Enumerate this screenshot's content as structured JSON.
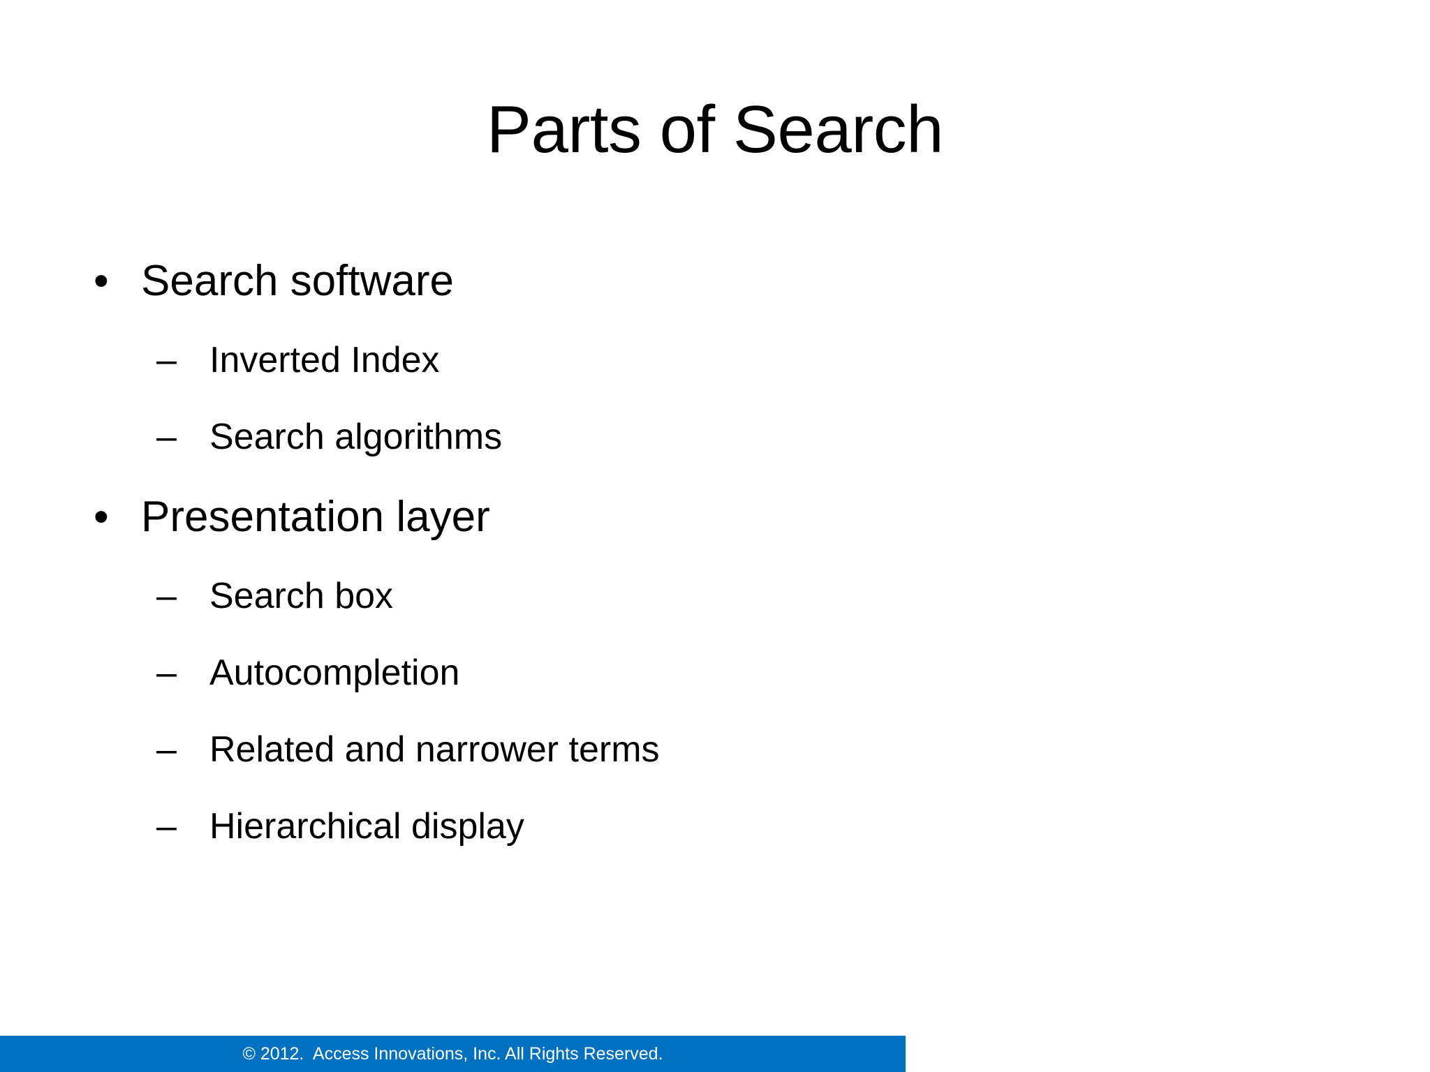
{
  "slide": {
    "title": "Parts of Search",
    "background_color": "#FFFFFF",
    "text_color": "#000000",
    "bullets": [
      {
        "level": 1,
        "marker": "•",
        "text": "Search software"
      },
      {
        "level": 2,
        "marker": "–",
        "text": "Inverted Index"
      },
      {
        "level": 2,
        "marker": "–",
        "text": "Search algorithms"
      },
      {
        "level": 1,
        "marker": "•",
        "text": "Presentation layer"
      },
      {
        "level": 2,
        "marker": "–",
        "text": "Search box"
      },
      {
        "level": 2,
        "marker": "–",
        "text": "Autocompletion"
      },
      {
        "level": 2,
        "marker": "–",
        "text": "Related and narrower terms"
      },
      {
        "level": 2,
        "marker": "–",
        "text": "Hierarchical display"
      }
    ]
  },
  "footer": {
    "text": "© 2012.  Access Innovations, Inc. All Rights Reserved.",
    "background_color": "#0070C0",
    "text_color": "#FFFFFF"
  }
}
